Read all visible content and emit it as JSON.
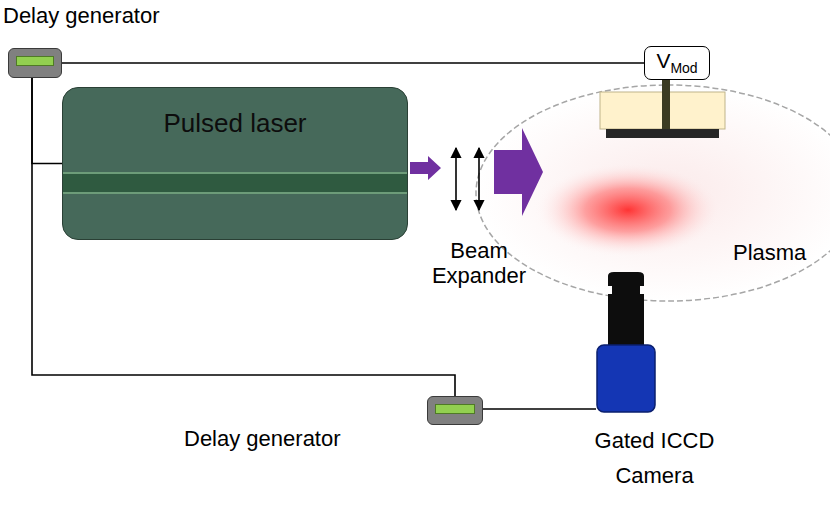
{
  "diagram": {
    "nodes": [
      {
        "text": [
          "Delay generator"
        ]
      },
      {
        "text": [
          "V",
          "Mod"
        ]
      },
      {
        "text": [
          "Pulsed laser"
        ]
      },
      {
        "text": [
          "Delay generator"
        ]
      },
      {
        "text": [
          "Gated ICCD Camera"
        ]
      }
    ],
    "edges": [
      {
        "from": 0,
        "to": 1,
        "arrow": "none"
      },
      {
        "from": 0,
        "to": 2,
        "arrow": "none"
      },
      {
        "from": 0,
        "to": 3,
        "arrow": "none"
      },
      {
        "from": 3,
        "to": 4,
        "arrow": "none"
      }
    ],
    "labels": [
      "Beam Expander",
      "Plasma"
    ]
  }
}
